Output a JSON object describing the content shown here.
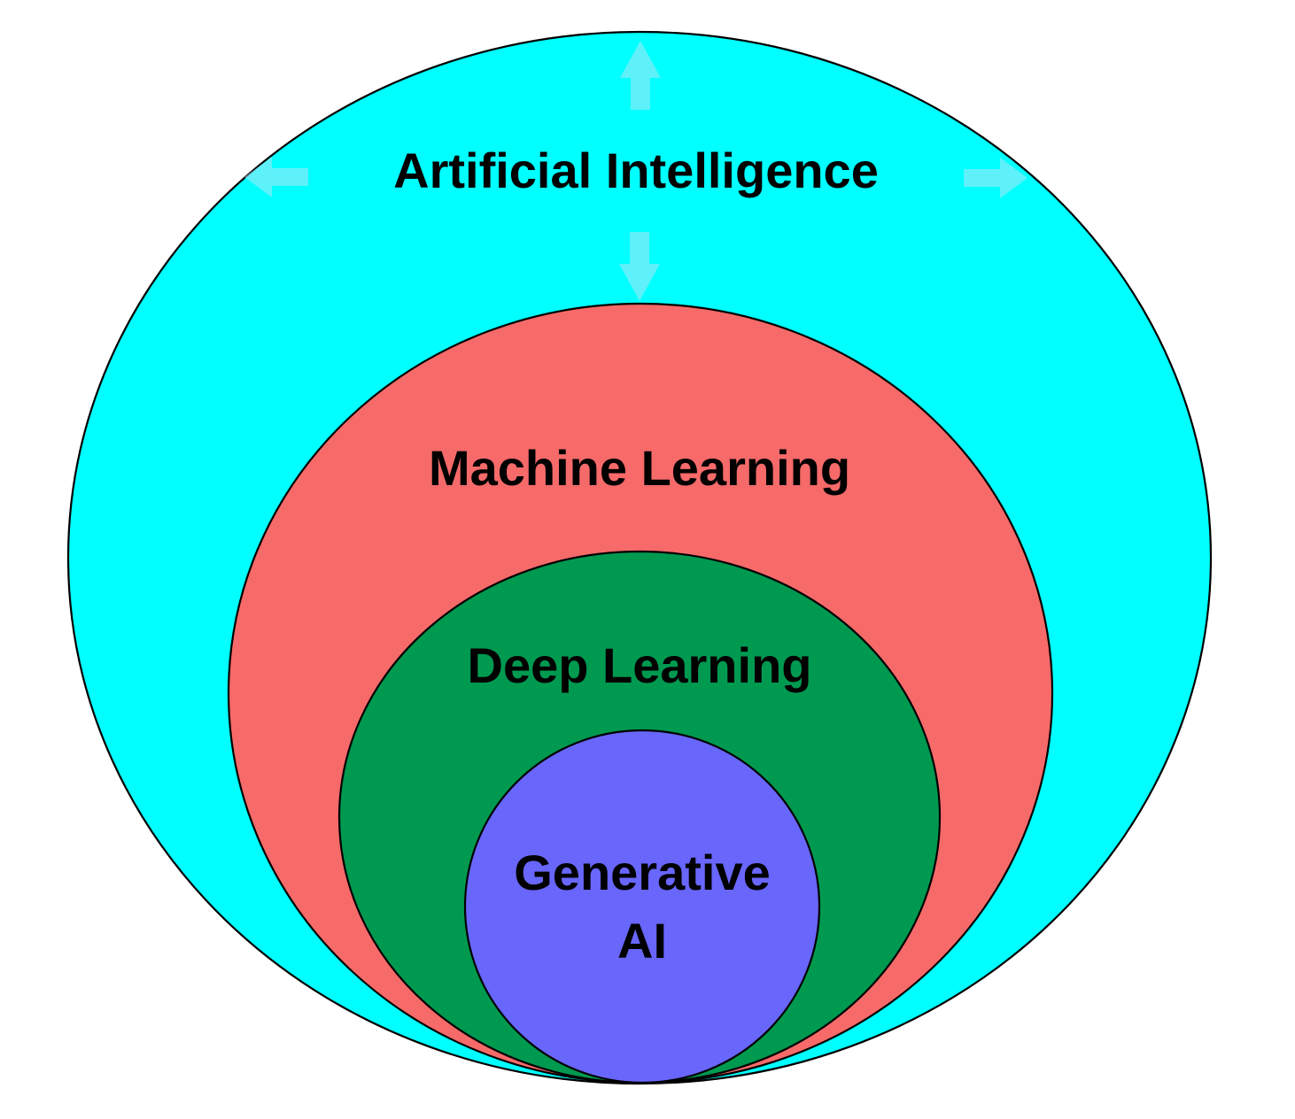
{
  "diagram": {
    "background_color": "#FFFFFF",
    "outline_color": "#000000",
    "text_color": "#000000",
    "rings": [
      {
        "label": "Artificial Intelligence",
        "color": "#00FFFF"
      },
      {
        "label": "Machine Learning",
        "color": "#F66A6A"
      },
      {
        "label": "Deep Learning",
        "color": "#009950"
      },
      {
        "label": "Generative AI",
        "color": "#6866FB",
        "lines": [
          "Generative",
          "AI"
        ]
      }
    ],
    "arrows": {
      "color": "#ABE6F5",
      "directions": [
        "up",
        "down",
        "left",
        "right"
      ]
    }
  }
}
